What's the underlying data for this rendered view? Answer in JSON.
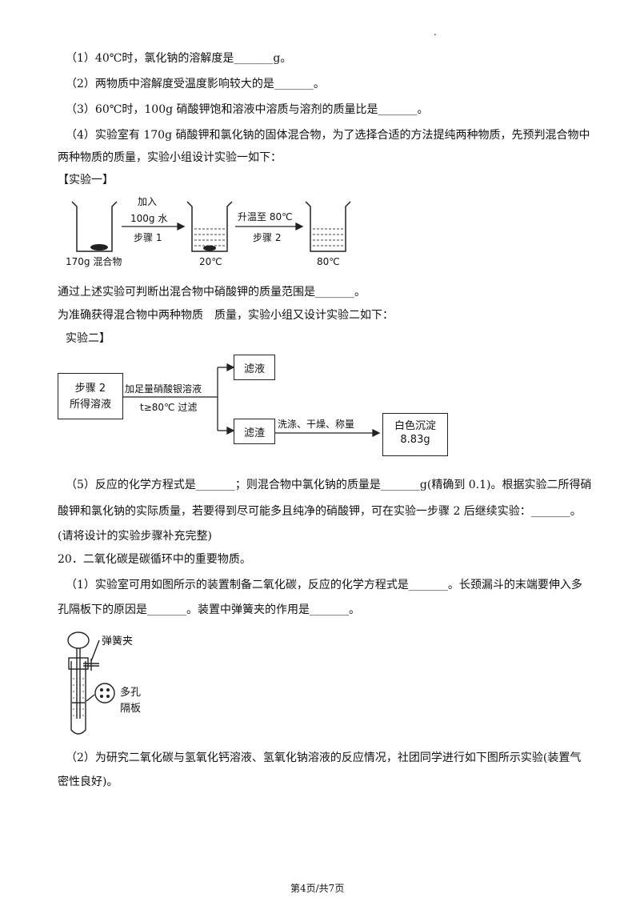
{
  "page_mark": ".",
  "questions": {
    "q1": "（1）40℃时，氯化钠的溶解度是_______g。",
    "q2": "（2）两物质中溶解度受温度影响较大的是_______。",
    "q3": "（3）60℃时，100g 硝酸钾饱和溶液中溶质与溶剂的质量比是_______。",
    "q4_line1": "（4）实验室有 170g 硝酸钾和氯化钠的固体混合物，为了选择合适的方法提纯两种物质，先预判混合物中",
    "q4_line2": "两种物质的质量，实验小组设计实验一如下：",
    "exp1_title": "【实验一】",
    "exp1_conclusion": "通过上述实验可判断出混合物中硝酸钾的质量范围是_______。",
    "exp2_intro": "为准确获得混合物中两种物质　质量，实验小组又设计实验二如下：",
    "exp2_title": "实验二】",
    "q5_line1": "（5）反应的化学方程式是_______；则混合物中氯化钠的质量是_______g(精确到 0.1)。根据实验二所得硝",
    "q5_line2": "酸钾和氯化钠的实际质量，若要得到尽可能多且纯净的硝酸钾，可在实验一步骤 2 后继续实验：_______。",
    "q5_line3": "(请将设计的实验步骤补充完整)",
    "q20_title": "20．二氧化碳是碳循环中的重要物质。",
    "q20_1_line1": "（1）实验室可用如图所示的装置制备二氧化碳，反应的化学方程式是_______。长颈漏斗的末端要伸入多",
    "q20_1_line2": "孔隔板下的原因是_______。装置中弹簧夹的作用是_______。",
    "q20_2_line1": "（2）为研究二氧化碳与氢氧化钙溶液、氢氧化钠溶液的反应情况，社团同学进行如下图所示实验(装置气",
    "q20_2_line2": "密性良好)。"
  },
  "exp1_figure": {
    "beaker1_label": "170g 混合物",
    "arrow1_top": "加入",
    "arrow1_mid": "100g 水",
    "arrow1_bottom": "步骤 1",
    "beaker2_label": "20℃",
    "arrow2_top": "升温至 80℃",
    "arrow2_bottom": "步骤 2",
    "beaker3_label": "80℃"
  },
  "exp2_figure": {
    "start_box_line1": "步骤 2",
    "start_box_line2": "所得溶液",
    "arrow_top": "加足量硝酸银溶液",
    "arrow_bottom": "t≥80℃  过滤",
    "filtrate": "滤液",
    "residue": "滤渣",
    "process": "洗涤、干燥、称量",
    "result_line1": "白色沉淀",
    "result_line2": "8.83g"
  },
  "apparatus_figure": {
    "clamp_label": "弹簧夹",
    "plate_label_line1": "多孔",
    "plate_label_line2": "隔板"
  },
  "footer": "第4页/共7页"
}
